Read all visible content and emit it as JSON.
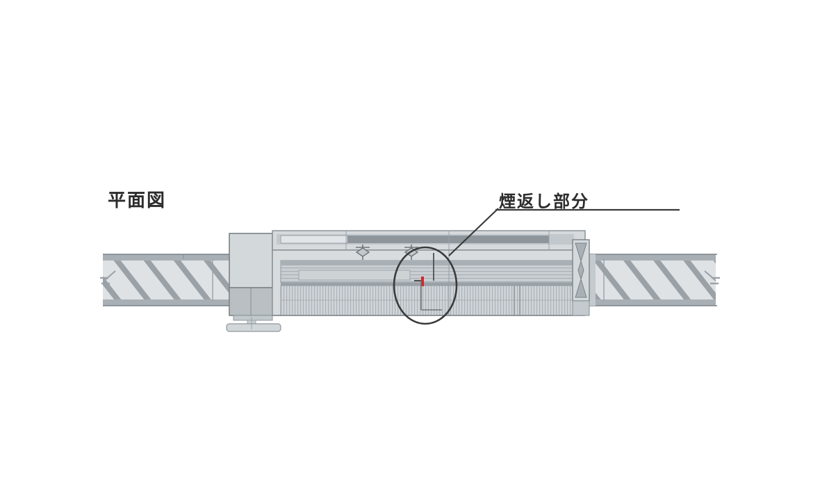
{
  "drawing": {
    "title": "平面図",
    "detail_annotation": "煙返し部分",
    "type": "architectural-plan-section",
    "colors": {
      "background": "#ffffff",
      "line_dark": "#5a5f63",
      "line_mid": "#8e969c",
      "fill_light": "#dfe2e5",
      "fill_mid": "#c9ced2",
      "fill_dark": "#b3b9bd",
      "hatch": "#9aa1a7",
      "callout_stroke": "#3a3a3a",
      "accent_red": "#d4252a",
      "text": "#2b2b2b"
    },
    "elements": {
      "left_wall": "left-wall-hatched-section",
      "right_wall": "right-wall-hatched-section",
      "door_panel": "sliding-door-panel",
      "head_rail": "head-rail-track",
      "housing_box": "left-housing-box",
      "pedestal": "floor-pedestal-base",
      "rollers": "hanger-roller-assembly",
      "jamb": "right-jamb-gasket",
      "detail_circle": "detail-callout-circle",
      "leader_line": "detail-leader-line",
      "smoke_stop_mark": "smoke-stop-red-marker"
    }
  }
}
